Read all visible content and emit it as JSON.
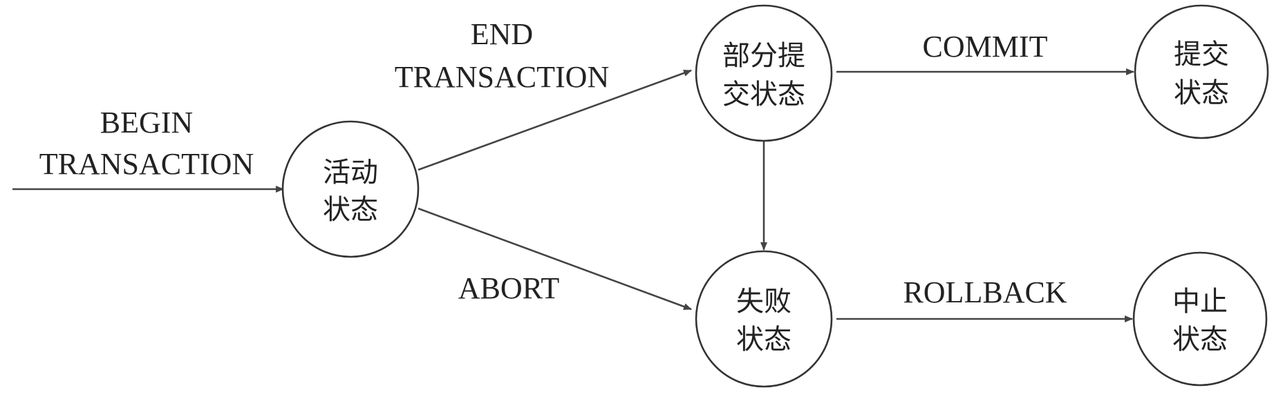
{
  "nodes": {
    "active": {
      "line1": "活动",
      "line2": "状态"
    },
    "partial": {
      "line1": "部分提",
      "line2": "交状态"
    },
    "committed": {
      "line1": "提交",
      "line2": "状态"
    },
    "failed": {
      "line1": "失败",
      "line2": "状态"
    },
    "aborted": {
      "line1": "中止",
      "line2": "状态"
    }
  },
  "edges": {
    "begin": {
      "line1": "BEGIN",
      "line2": "TRANSACTION"
    },
    "end": {
      "line1": "END",
      "line2": "TRANSACTION"
    },
    "commit": {
      "label": "COMMIT"
    },
    "abort": {
      "label": "ABORT"
    },
    "rollback": {
      "label": "ROLLBACK"
    }
  },
  "colors": {
    "stroke": "#333333",
    "text": "#222222",
    "background": "#ffffff"
  }
}
